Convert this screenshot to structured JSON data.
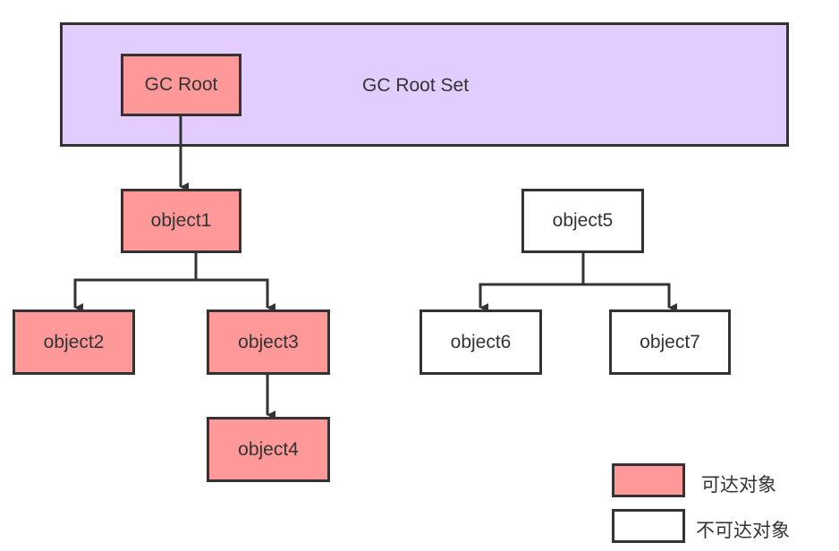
{
  "colors": {
    "reachable": "#ff9999",
    "unreachable": "#ffffff",
    "root_set": "#e2cdfe",
    "stroke": "#333333"
  },
  "root_set": {
    "label": "GC Root Set"
  },
  "nodes": {
    "gc_root": "GC Root",
    "object1": "object1",
    "object2": "object2",
    "object3": "object3",
    "object4": "object4",
    "object5": "object5",
    "object6": "object6",
    "object7": "object7"
  },
  "legend": {
    "reachable": "可达对象",
    "unreachable": "不可达对象"
  }
}
